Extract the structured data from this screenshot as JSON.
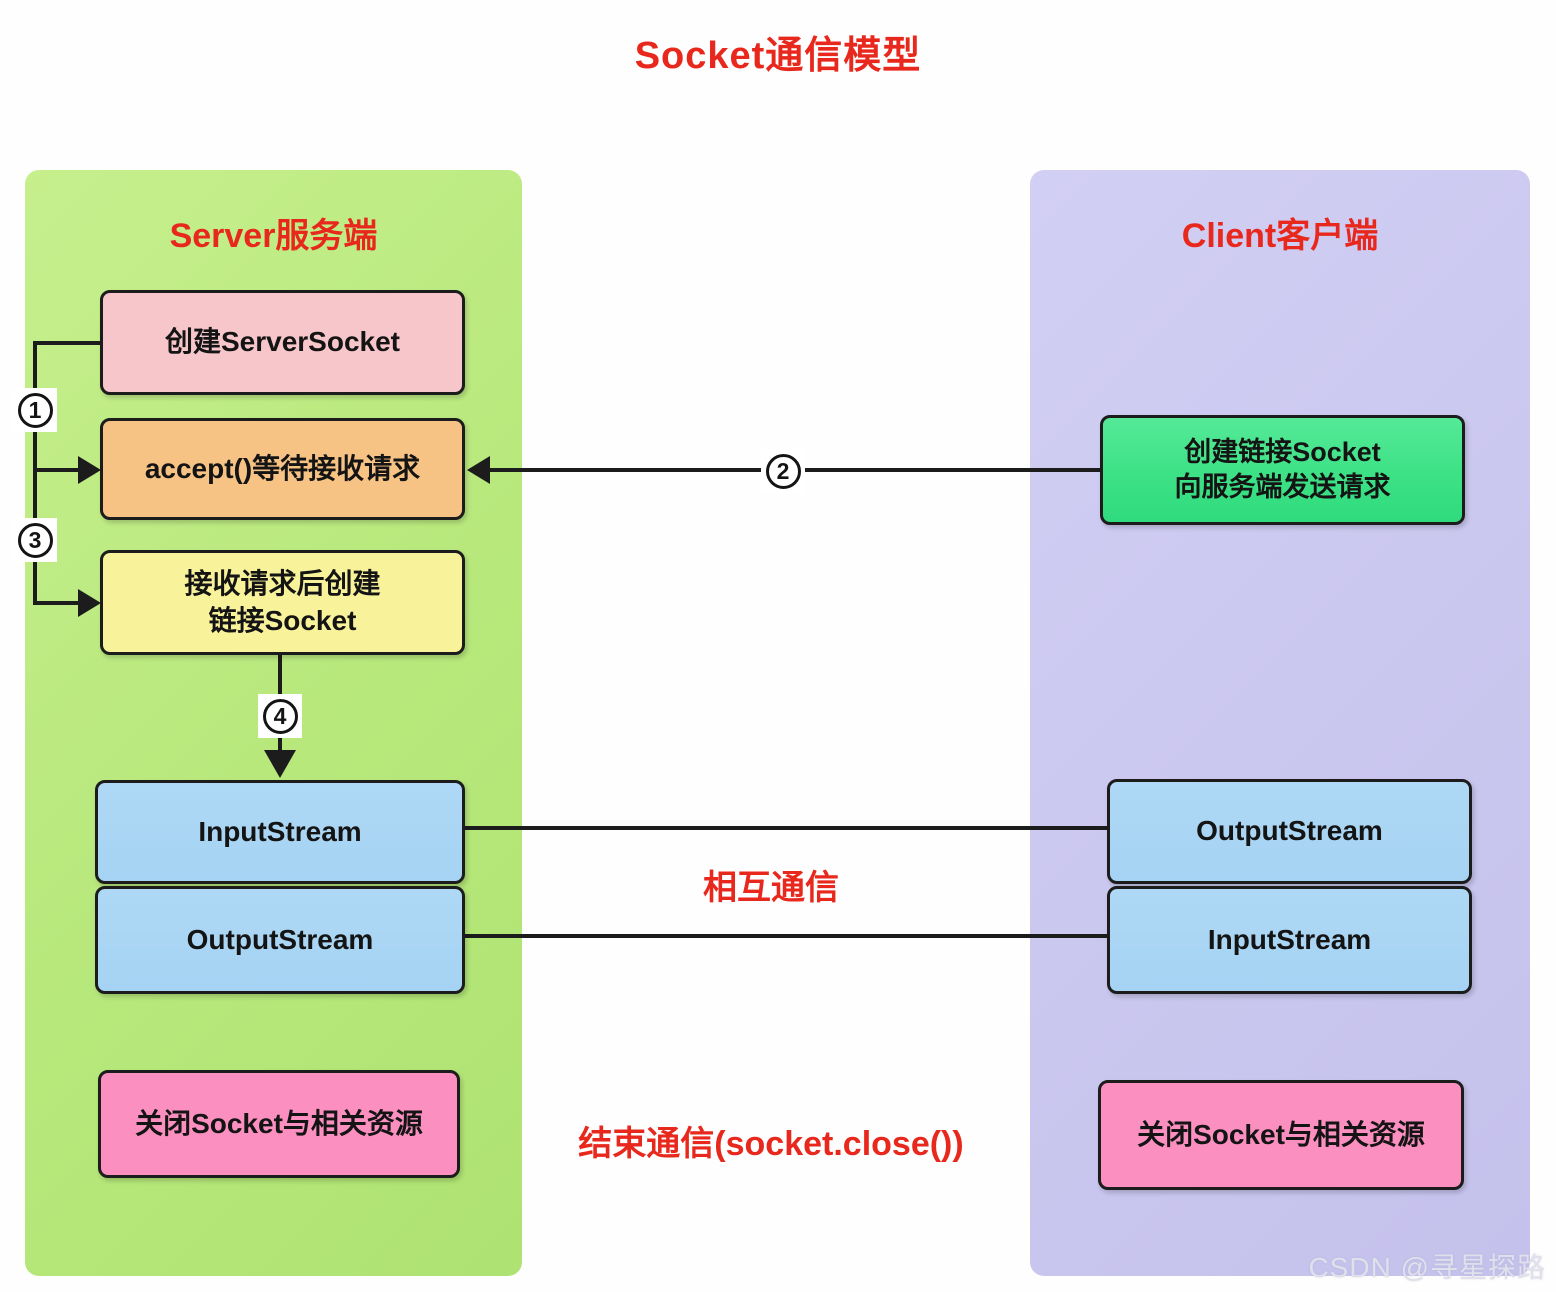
{
  "title": "Socket通信模型",
  "server": {
    "header": "Server服务端",
    "create_serversocket": "创建ServerSocket",
    "accept": "accept()等待接收请求",
    "create_socket_line1": "接收请求后创建",
    "create_socket_line2": "链接Socket",
    "input_stream": "InputStream",
    "output_stream": "OutputStream",
    "close": "关闭Socket与相关资源"
  },
  "client": {
    "header": "Client客户端",
    "create_socket_line1": "创建链接Socket",
    "create_socket_line2": "向服务端发送请求",
    "output_stream": "OutputStream",
    "input_stream": "InputStream",
    "close": "关闭Socket与相关资源"
  },
  "steps": {
    "s1": "1",
    "s2": "2",
    "s3": "3",
    "s4": "4"
  },
  "labels": {
    "mutual_communication": "相互通信",
    "end_communication": "结束通信(socket.close())"
  },
  "watermark": "CSDN @寻星探路",
  "colors": {
    "accent_red": "#e8281c",
    "server_panel_green": "#b7e87b",
    "client_panel_purple": "#cac7ef",
    "box_pink": "#f7c6ca",
    "box_orange": "#f6c385",
    "box_yellow": "#f8f29b",
    "box_green": "#3fe287",
    "box_blue": "#a6d3f3",
    "box_magenta": "#fa8fc0",
    "connector_black": "#1c1c1c"
  }
}
